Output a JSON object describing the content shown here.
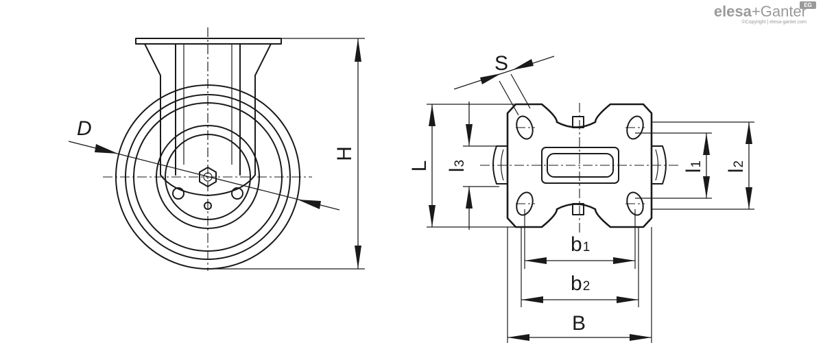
{
  "brand": {
    "name_part1": "elesa",
    "name_part2": "+Ganter",
    "badge": "EG",
    "copyright": "©Copyright | elesa-ganter.com"
  },
  "dimensions": {
    "D": "D",
    "H": "H",
    "L": "L",
    "S": "S",
    "l": "l",
    "b": "b",
    "B": "B",
    "sub1": "1",
    "sub2": "2",
    "sub3": "3"
  }
}
